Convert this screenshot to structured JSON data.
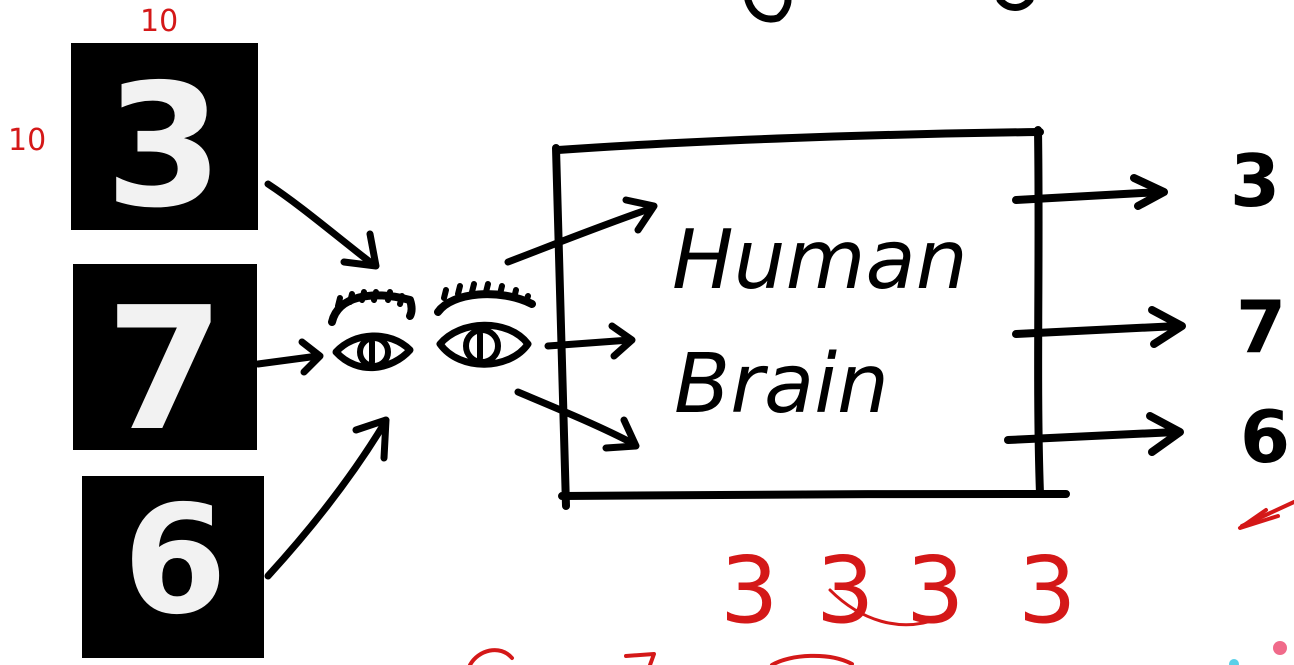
{
  "dimension_labels": {
    "width": "10",
    "height": "10"
  },
  "input_images": [
    {
      "digit": "3"
    },
    {
      "digit": "7"
    },
    {
      "digit": "6"
    }
  ],
  "box_label": {
    "line1": "Human",
    "line2": "Brain"
  },
  "outputs": [
    "3",
    "7",
    "6"
  ],
  "red_scribble": [
    "3",
    "3",
    "3",
    "3"
  ],
  "colors": {
    "ink": "#000000",
    "annotation": "#d41818",
    "image_bg": "#000000",
    "digit": "#f2f2f2"
  }
}
